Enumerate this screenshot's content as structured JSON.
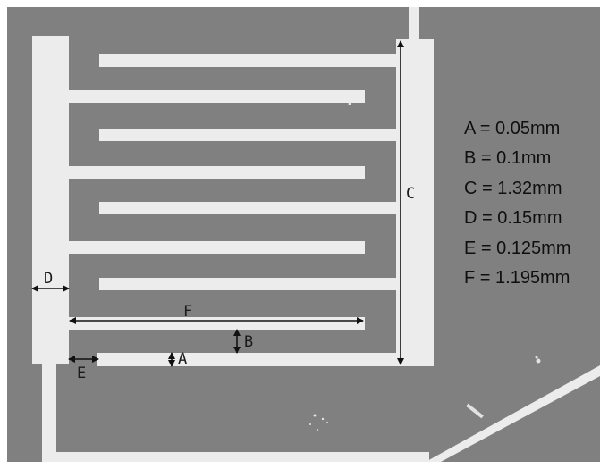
{
  "image": {
    "kind": "SEM micrograph of an interdigitated comb electrode",
    "colors": {
      "substrate": "#808080",
      "metal": "#ececec",
      "frame": "#ffffff",
      "arrow": "#111111"
    }
  },
  "dimension_labels": [
    "A",
    "B",
    "C",
    "D",
    "E",
    "F"
  ],
  "legend": [
    {
      "label": "A",
      "value": "0.05mm",
      "text": "A = 0.05mm"
    },
    {
      "label": "B",
      "value": "0.1mm",
      "text": "B = 0.1mm"
    },
    {
      "label": "C",
      "value": "1.32mm",
      "text": "C = 1.32mm"
    },
    {
      "label": "D",
      "value": "0.15mm",
      "text": "D = 0.15mm"
    },
    {
      "label": "E",
      "value": "0.125mm",
      "text": "E = 0.125mm"
    },
    {
      "label": "F",
      "value": "1.195mm",
      "text": "F = 1.195mm"
    }
  ]
}
